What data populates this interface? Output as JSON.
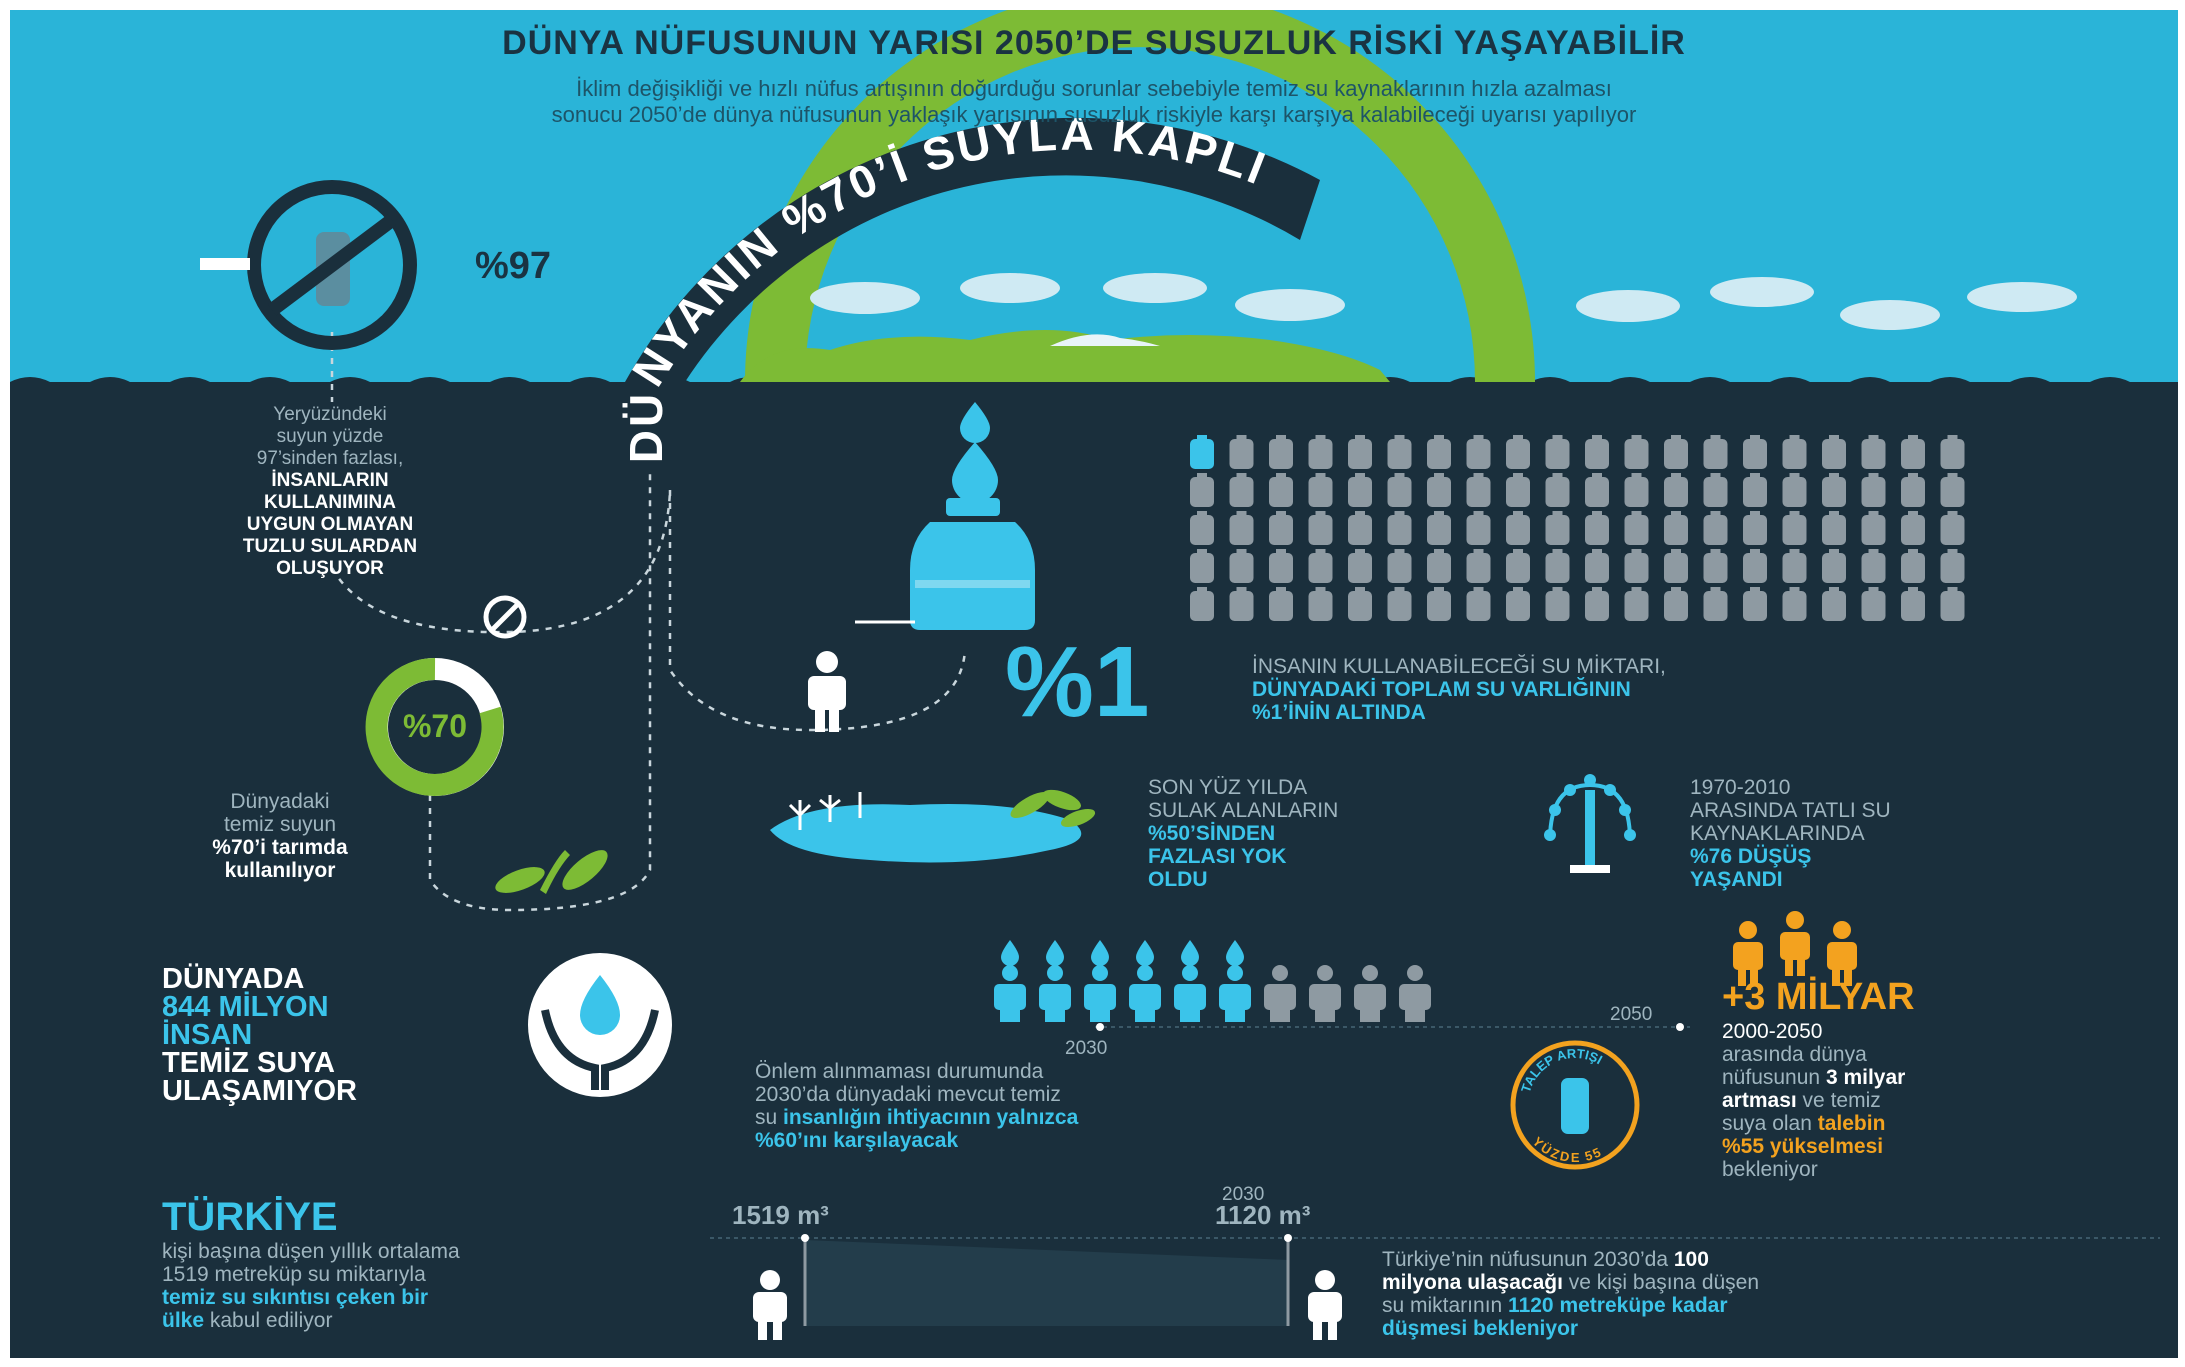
{
  "header": {
    "title": "DÜNYA NÜFUSUNUN YARISI 2050’DE SUSUZLUK RİSKİ YAŞAYABİLİR",
    "subtitle_line1": "İklim değişikliği ve hızlı nüfus artışının doğurduğu sorunlar sebebiyle temiz su kaynaklarının hızla azalması",
    "subtitle_line2": "sonucu 2050’de dünya nüfusunun yaklaşık yarısının susuzluk riskiyle karşı karşıya kalabileceği uyarısı yapılıyor"
  },
  "arc_text": "DÜNYANIN %70’İ SUYLA KAPLI",
  "salt": {
    "percent": "%97",
    "line1": "Yeryüzündeki",
    "line2": "suyun yüzde",
    "line3": "97’sinden fazlası,",
    "bold1": "İNSANLARIN",
    "bold2": "KULLANIMINA",
    "bold3": "UYGUN OLMAYAN",
    "bold4": "TUZLU SULARDAN",
    "bold5": "OLUŞUYOR"
  },
  "agri": {
    "percent": "%70",
    "line1": "Dünyadaki",
    "line2": "temiz suyun",
    "bold1": "%70’i tarımda",
    "bold2": "kullanılıyor"
  },
  "usable": {
    "big": "%1",
    "line1": "İNSANIN KULLANABİLECEĞİ SU MİKTARI,",
    "line2": "DÜNYADAKİ TOPLAM SU VARLIĞININ",
    "line3": "%1’İNİN ALTINDA"
  },
  "wetlands": {
    "line1": "SON YÜZ YILDA",
    "line2": "SULAK ALANLARIN",
    "line3": "%50’SİNDEN",
    "line4": "FAZLASI YOK",
    "line5": "OLDU"
  },
  "freshwater": {
    "line1": "1970-2010",
    "line2": "ARASINDA TATLI SU",
    "line3": "KAYNAKLARINDA",
    "line4": "%76 DÜŞÜŞ",
    "line5": "YAŞANDI"
  },
  "access": {
    "line1": "DÜNYADA",
    "line2": "844 MİLYON",
    "line3": "İNSAN",
    "line4": "TEMİZ SUYA",
    "line5": "ULAŞAMIYOR"
  },
  "forecast": {
    "year_2030": "2030",
    "year_2050": "2050",
    "line1": "Önlem alınmaması durumunda",
    "line2": "2030’da dünyadaki mevcut temiz",
    "line3a": "su ",
    "line3b": "insanlığın ihtiyacının yalnızca",
    "line4": "%60’ını karşılayacak"
  },
  "population": {
    "big": "+3 MİLYAR",
    "line1": "2000-2050",
    "line2": "arasında dünya",
    "line3a": "nüfusunun ",
    "line3b": "3 milyar",
    "line4a": "artması",
    "line4b": " ve temiz",
    "line5a": "suya olan ",
    "line5b": "talebin",
    "line6": "%55 yükselmesi",
    "line7": "bekleniyor",
    "badge_top": "TALEP ARTIŞI",
    "badge_bottom": "YÜZDE 55"
  },
  "turkey": {
    "title": "TÜRKİYE",
    "line1": "kişi başına düşen yıllık ortalama",
    "line2": "1519 metreküp su miktarıyla",
    "line3": "temiz su sıkıntısı çeken bir",
    "line4a": "ülke",
    "line4b": " kabul ediliyor",
    "value_now": "1519 m³",
    "year_2030": "2030",
    "value_2030": "1120 m³",
    "right1a": "Türkiye’nin nüfusunun 2030’da ",
    "right1b": "100",
    "right2a": "milyona ulaşacağı",
    "right2b": " ve kişi başına düşen",
    "right3a": "su miktarının ",
    "right3b": "1120 metreküpe kadar",
    "right4": "düşmesi bekleniyor"
  },
  "colors": {
    "sky": "#2ab4d8",
    "navy": "#1a2f3c",
    "blue": "#3bc4ea",
    "green": "#7dbb35",
    "orange": "#f3a21f",
    "grey": "#8e9aa2"
  },
  "icons": [
    "no-bottle-icon",
    "no-sign-icon",
    "droplet-icon",
    "water-bottle-icon",
    "person-icon",
    "sprout-icon",
    "wetland-icon",
    "fountain-icon",
    "hands-droplet-icon",
    "person-orange-icon"
  ]
}
